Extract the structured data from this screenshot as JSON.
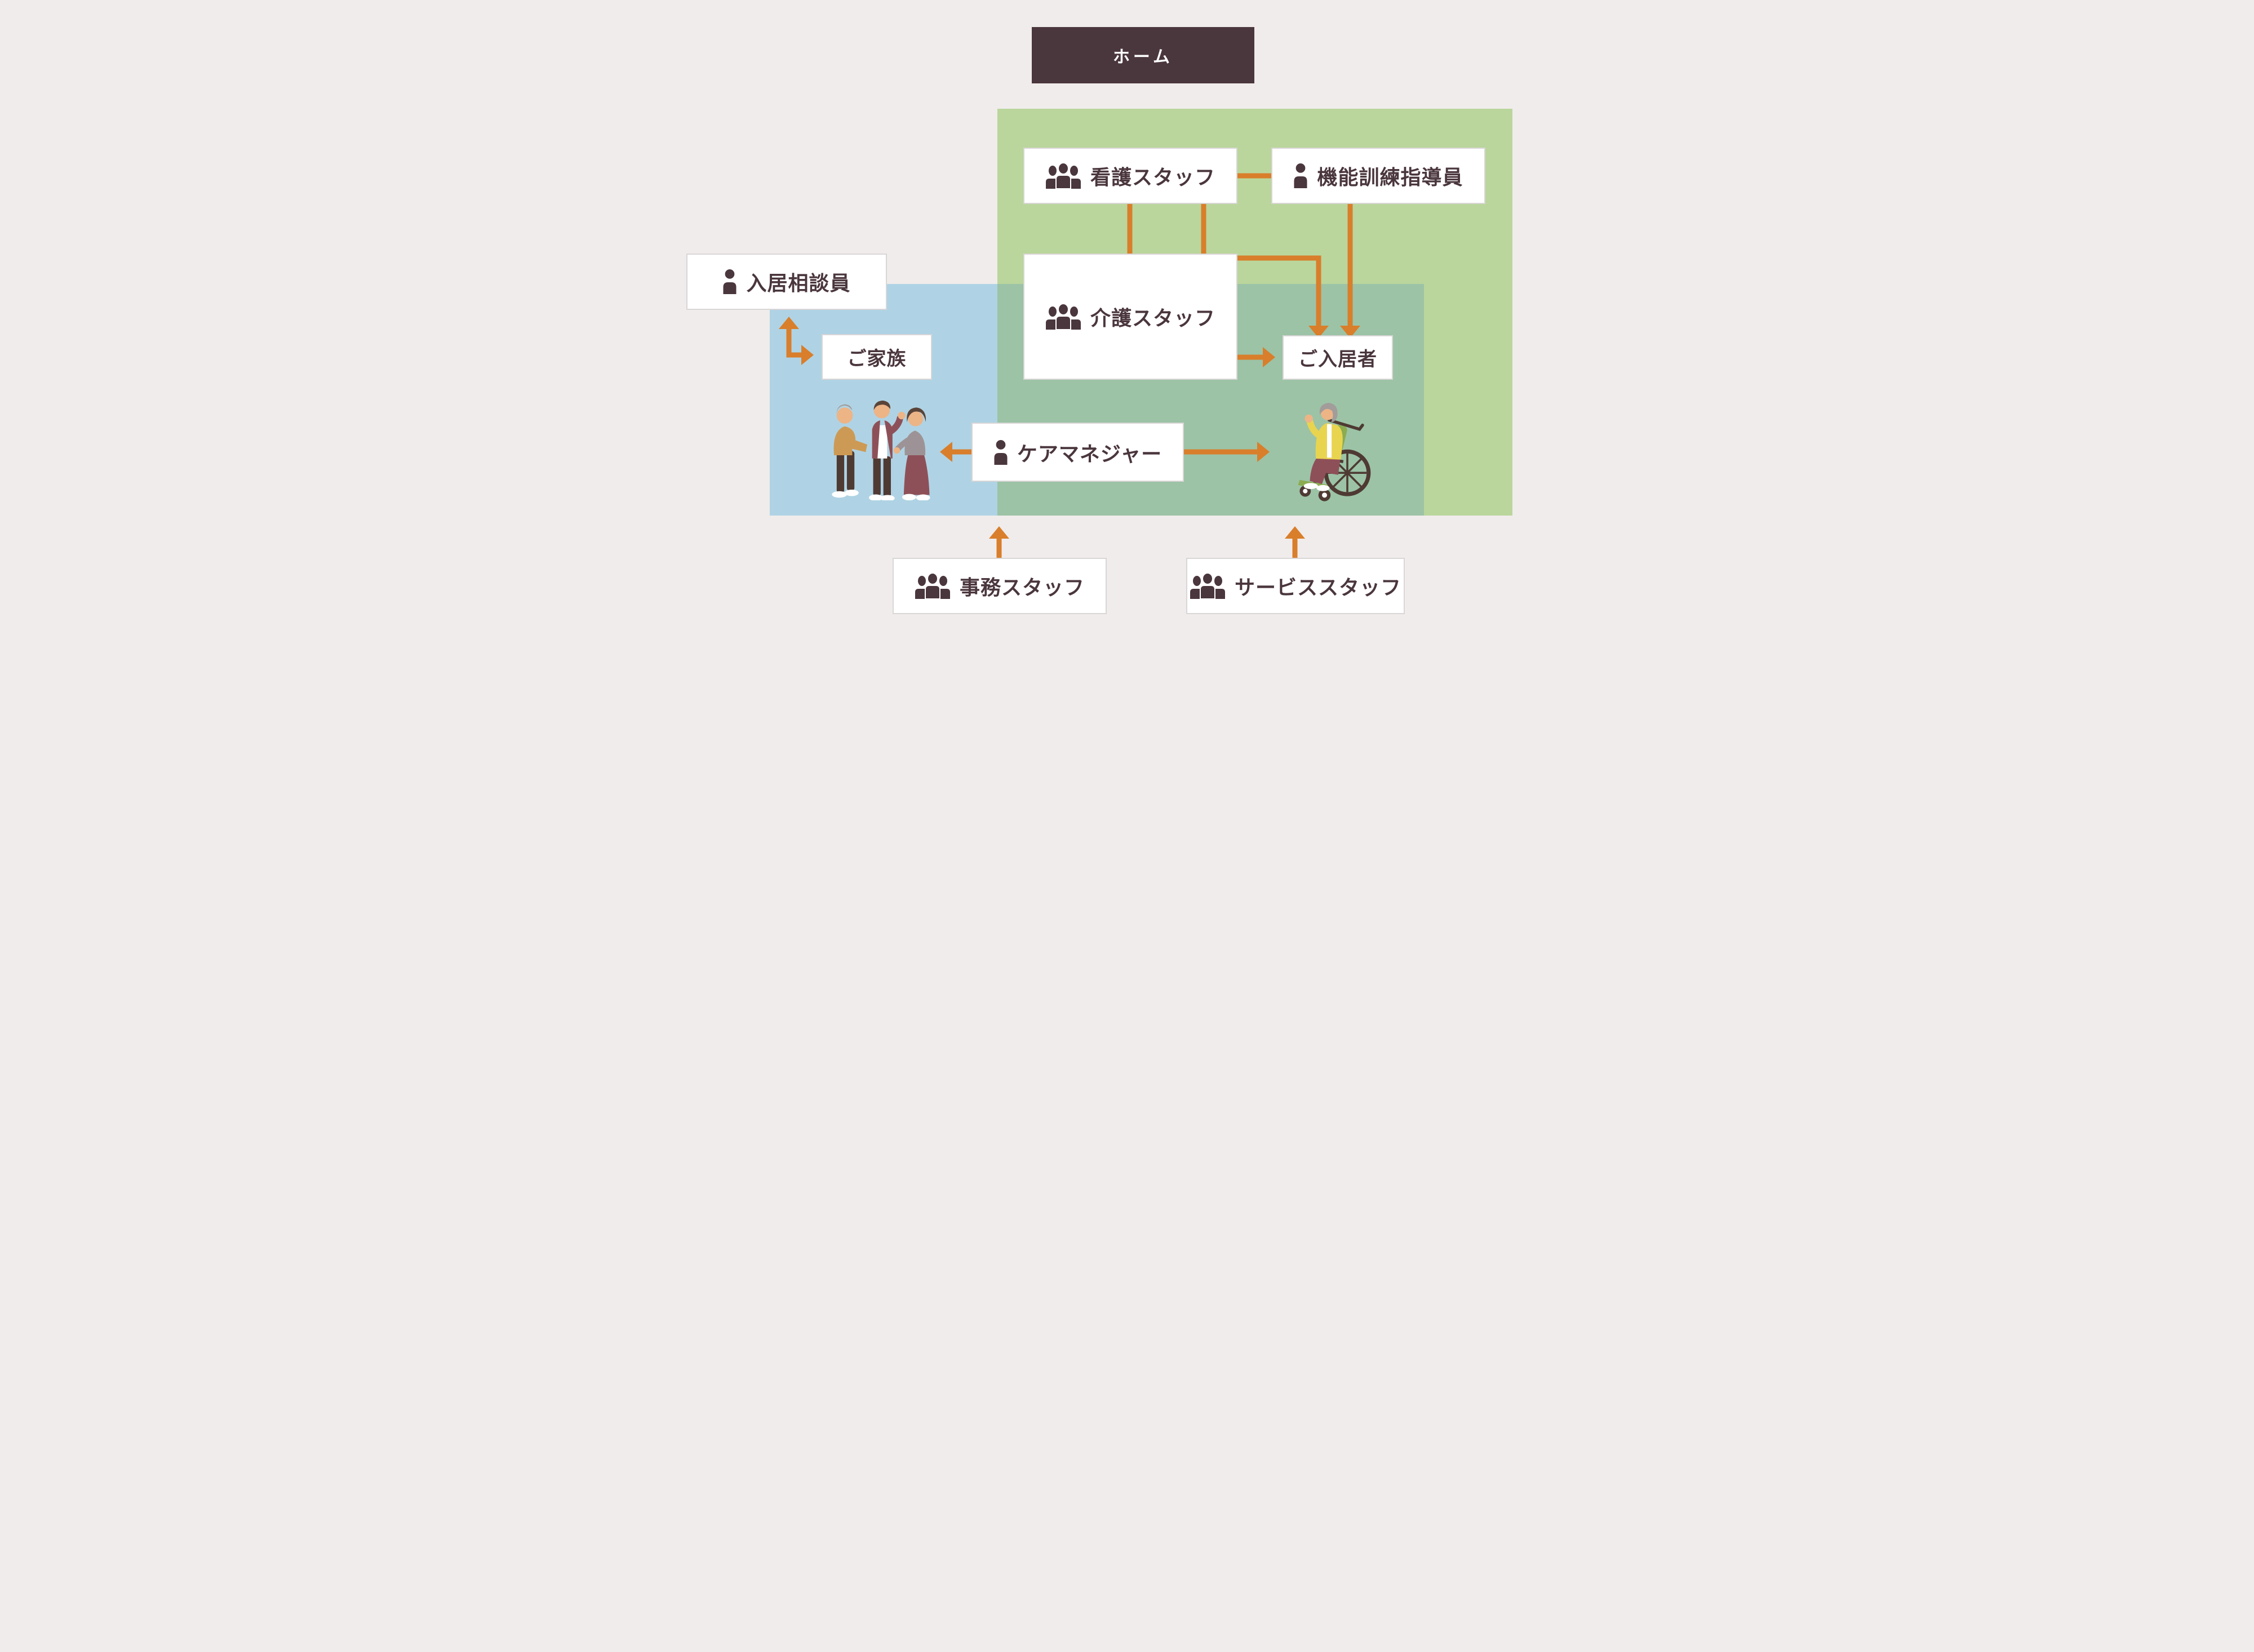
{
  "header": {
    "label": "ホーム"
  },
  "nodes": {
    "nursing": {
      "label": "看護スタッフ",
      "icon": "group"
    },
    "trainer": {
      "label": "機能訓練指導員",
      "icon": "person"
    },
    "consultant": {
      "label": "入居相談員",
      "icon": "person"
    },
    "family": {
      "label": "ご家族"
    },
    "care": {
      "label": "介護スタッフ",
      "icon": "group"
    },
    "resident": {
      "label": "ご入居者"
    },
    "care_manager": {
      "label": "ケアマネジャー",
      "icon": "person"
    },
    "office": {
      "label": "事務スタッフ",
      "icon": "group"
    },
    "service": {
      "label": "サービススタッフ",
      "icon": "group"
    }
  },
  "colors": {
    "bg": "#F0ECEB",
    "header-bg": "#4A363D",
    "header-text": "#FFFFFF",
    "green": "#BAD69C",
    "sage": "#9CC3A6",
    "blue": "#AFD3E4",
    "box-bg": "#FFFFFF",
    "box-border": "#D9D6D6",
    "ink": "#4A363D",
    "arrow": "#D97E2B",
    "skin": "#EDB486",
    "hair-gray": "#A29C9A",
    "hair-brown": "#5A4439",
    "mustard": "#CD9A55",
    "maroon": "#8E5058",
    "pants": "#4E3A33",
    "gray-sweater": "#9D9396",
    "yellow": "#E9D44F",
    "chair-green": "#8BAC50",
    "white": "#FFFFFF"
  }
}
